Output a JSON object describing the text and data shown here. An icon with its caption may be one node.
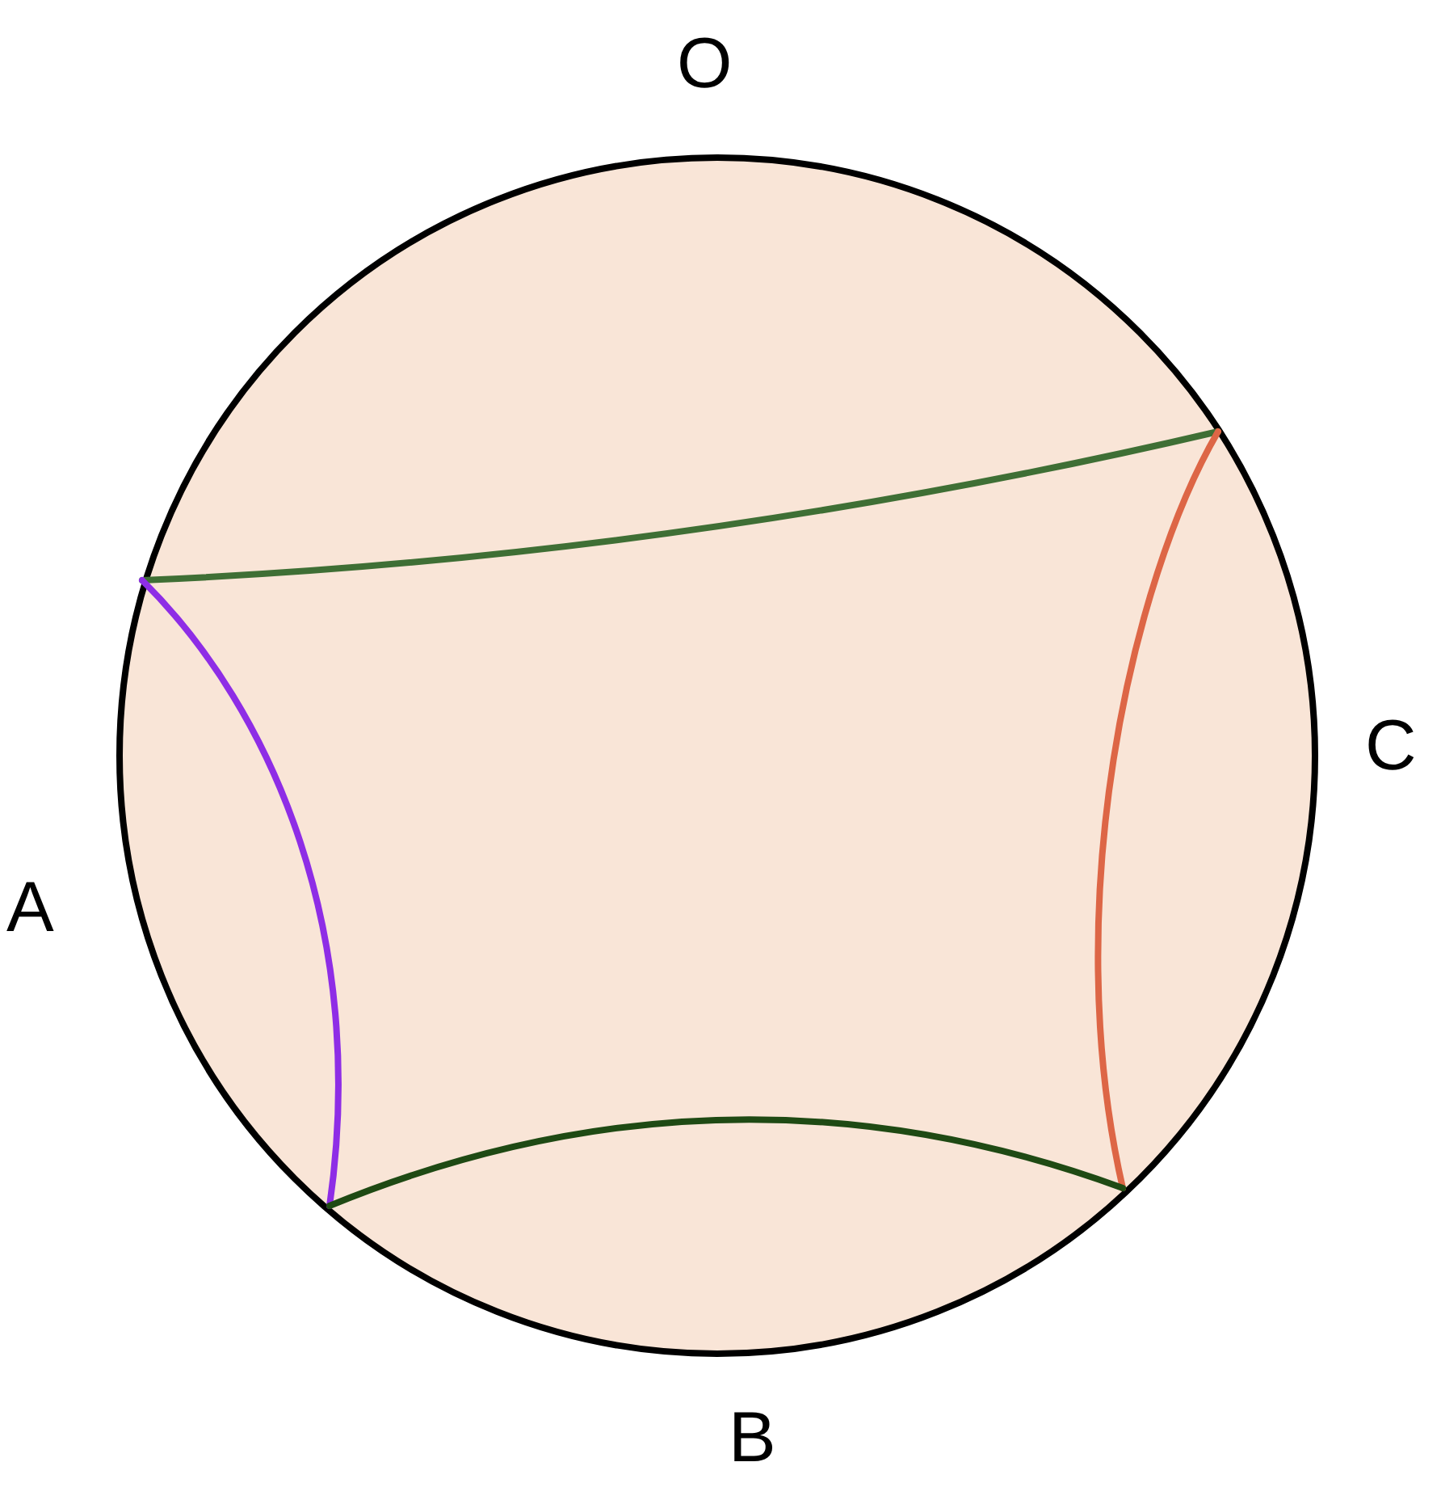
{
  "diagram": {
    "labels": [
      "O",
      "C",
      "A",
      "B"
    ]
  }
}
